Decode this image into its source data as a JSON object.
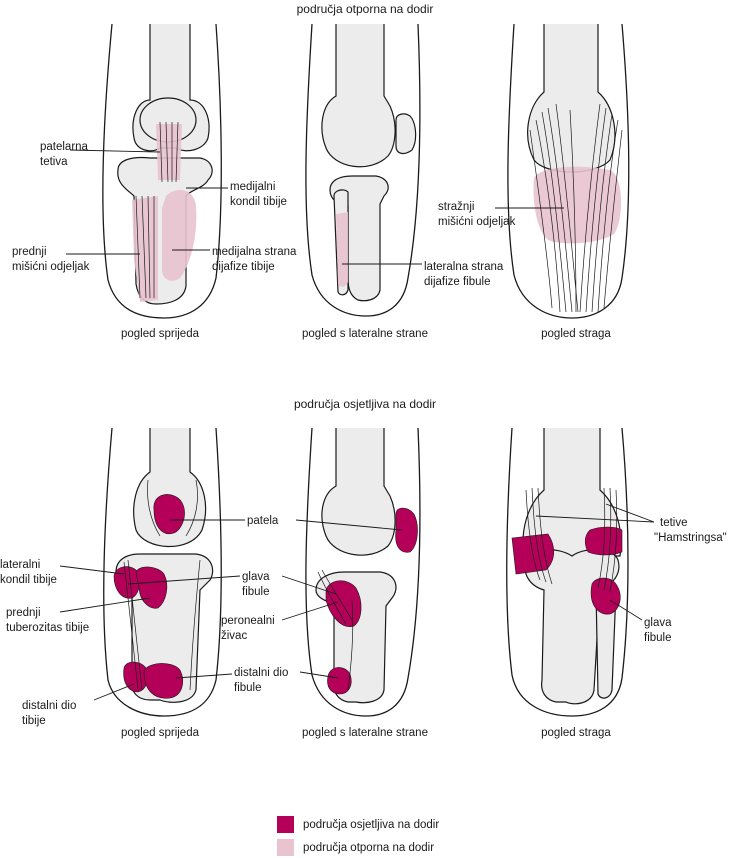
{
  "sections": {
    "top_title": "područja otporna na dodir",
    "bottom_title": "područja osjetljiva na dodir"
  },
  "views": {
    "front": "pogled sprijeda",
    "lateral": "pogled s lateralne strane",
    "back": "pogled straga"
  },
  "top_labels": {
    "patellar_tendon": [
      "patelarna",
      "tetiva"
    ],
    "medial_condyle": [
      "medijalni",
      "kondil tibije"
    ],
    "anterior_compartment": [
      "prednji",
      "mišićni odjeljak"
    ],
    "medial_shaft": [
      "medijalna strana",
      "dijafize tibije"
    ],
    "lateral_fibula": [
      "lateralna strana",
      "dijafize fibule"
    ],
    "posterior_compartment": [
      "stražnji",
      "mišićni odjeljak"
    ]
  },
  "bottom_labels": {
    "patella": "patela",
    "lateral_condyle": [
      "lateralni",
      "kondil tibije"
    ],
    "tibial_tuberosity": [
      "prednji",
      "tuberozitas tibije"
    ],
    "distal_tibia": [
      "distalni dio",
      "tibije"
    ],
    "head_fibula_front": [
      "glava",
      "fibule"
    ],
    "peroneal_nerve": [
      "peronealni",
      "živac"
    ],
    "distal_fibula": [
      "distalni dio",
      "fibule"
    ],
    "hamstrings": [
      "tetive",
      "\"Hamstringsa\""
    ],
    "head_fibula_back": [
      "glava",
      "fibule"
    ]
  },
  "legend": {
    "sensitive": "područja osjetljiva na dodir",
    "resistant": "područja otporna na dodir"
  },
  "colors": {
    "sensitive": "#b5005a",
    "resistant": "#e9c3cf"
  }
}
